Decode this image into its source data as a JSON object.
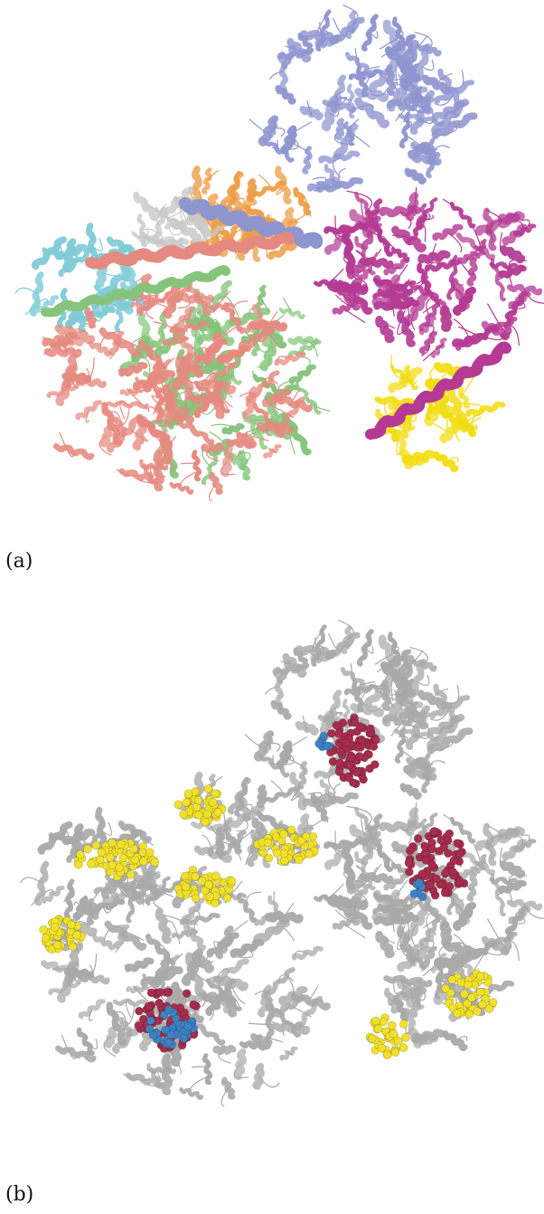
{
  "panels": [
    {
      "id": "a",
      "label": "(a)"
    },
    {
      "id": "b",
      "label": "(b)"
    }
  ],
  "colors": {
    "periwinkle": "#8e95cf",
    "orange": "#ee9d48",
    "magenta": "#b43a93",
    "salmon": "#e58a80",
    "green": "#86c47c",
    "cyan": "#7fcbd6",
    "yellow": "#f2dd12",
    "gray_ribbon": "#a9a9a9",
    "crimson_spheres": "#a62d4c",
    "blue_spheres": "#3b82c4",
    "yellow_spheres": "#f1e12a"
  }
}
